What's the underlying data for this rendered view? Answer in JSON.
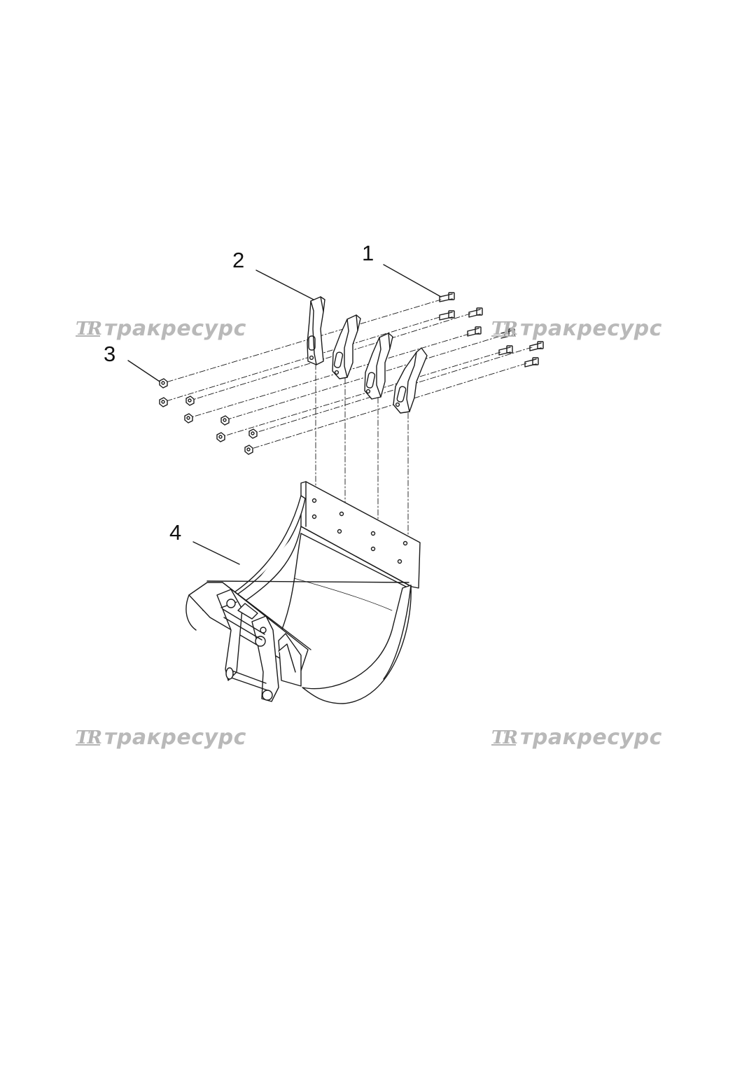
{
  "callouts": {
    "item1": "1",
    "item2": "2",
    "item3": "3",
    "item4": "4"
  },
  "watermark": {
    "logo": "TR",
    "text": "тракресурс"
  },
  "colors": {
    "line": "#1a1a1a",
    "watermark": "#b9b9b9"
  }
}
